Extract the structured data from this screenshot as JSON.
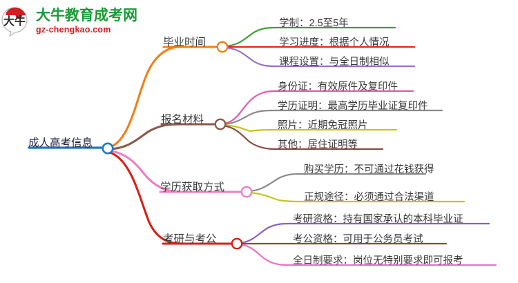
{
  "logo": {
    "mark_text": "大牛",
    "title": "大牛教育成考网",
    "domain": "gz-chengkao.com",
    "title_color": "#1a9a36",
    "domain_color": "#cf1f1f",
    "mark_color": "#cf1f1f"
  },
  "mindmap": {
    "root": {
      "label": "成人高考信息",
      "color": "#1f77c4"
    },
    "branches": [
      {
        "label": "毕业时间",
        "color": "#f08017",
        "children": [
          {
            "label": "学制：2.5至5年",
            "color": "#3f9c35"
          },
          {
            "label": "学习进度：根据个人情况",
            "color": "#e8271c"
          },
          {
            "label": "课程设置：与全日制相似",
            "color": "#9b6fc4"
          }
        ]
      },
      {
        "label": "报名材料",
        "color": "#8a5a4a",
        "children": [
          {
            "label": "身份证：有效原件及复印件",
            "color": "#e558a8"
          },
          {
            "label": "学历证明：最高学历毕业证复印件",
            "color": "#8a8a8a"
          },
          {
            "label": "照片：近期免冠照片",
            "color": "#c8c41e"
          },
          {
            "label": "其他：居住证明等",
            "color": "#8a4a42"
          }
        ]
      },
      {
        "label": "学历获取方式",
        "color": "#ef7fc4",
        "children": [
          {
            "label": "购买学历：不可通过花钱获得",
            "color": "#8a8a8a"
          },
          {
            "label": "正规途径：必须通过合法渠道",
            "color": "#c8c41e"
          }
        ]
      },
      {
        "label": "考研与考公",
        "color": "#d81f18",
        "children": [
          {
            "label": "考研资格：持有国家承认的本科毕业证",
            "color": "#8a5fc0"
          },
          {
            "label": "考公资格：可用于公务员考试",
            "color": "#8a4a35"
          },
          {
            "label": "全日制要求：岗位无特别要求即可报考",
            "color": "#ef6fc4"
          }
        ]
      }
    ]
  }
}
